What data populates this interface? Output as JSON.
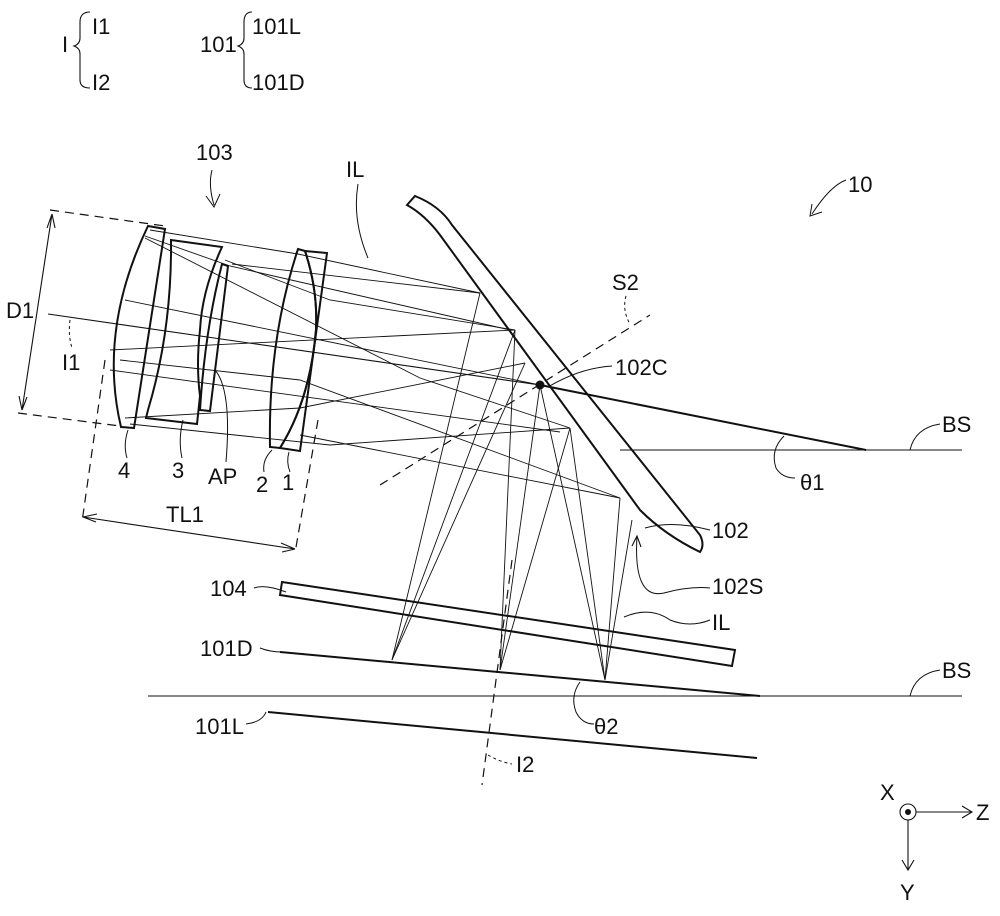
{
  "legend": {
    "group_i": {
      "symbol": "I",
      "members": [
        "I1",
        "I2"
      ]
    },
    "group_101": {
      "symbol": "101",
      "members": [
        "101L",
        "101D"
      ]
    }
  },
  "labels": {
    "projection_unit": "103",
    "system": "10",
    "image_light_top": "IL",
    "image_light_bottom": "IL",
    "diameter": "D1",
    "image_i1": "I1",
    "image_i2": "I2",
    "lens_4": "4",
    "lens_3": "3",
    "aperture": "AP",
    "lens_2": "2",
    "lens_1": "1",
    "total_length": "TL1",
    "plane_s2": "S2",
    "center_102c": "102C",
    "windshield": "102",
    "surface_102s": "102S",
    "baseline_top": "BS",
    "baseline_bottom": "BS",
    "angle_1": "θ1",
    "angle_2": "θ2",
    "element_104": "104",
    "display_101d": "101D",
    "display_101l": "101L"
  },
  "axes": {
    "x": "X",
    "y": "Y",
    "z": "Z"
  },
  "colors": {
    "ink": "#111111",
    "background": "#ffffff"
  }
}
